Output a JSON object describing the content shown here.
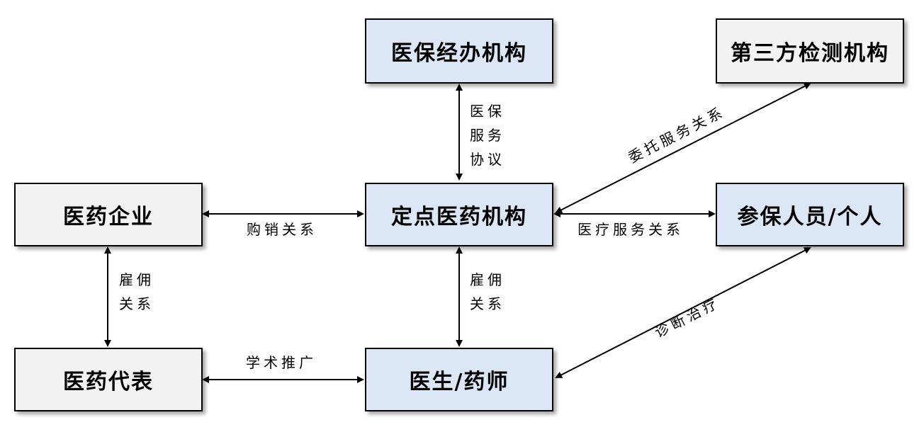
{
  "nodes": {
    "insurance_agency": "医保经办机构",
    "third_party": "第三方检测机构",
    "pharma_company": "医药企业",
    "designated_institution": "定点医药机构",
    "insured_person": "参保人员/个人",
    "pharma_rep": "医药代表",
    "doctor_pharmacist": "医生/药师"
  },
  "edges": {
    "insurance_service_agreement": [
      "医保",
      "服务",
      "协议"
    ],
    "entrusted_service": "委托服务关系",
    "purchase_sales": "购销关系",
    "medical_service": "医疗服务关系",
    "employment_left": [
      "雇佣",
      "关系"
    ],
    "employment_center": [
      "雇佣",
      "关系"
    ],
    "academic_promotion": "学术推广",
    "diagnosis_treatment": "诊断治疗"
  },
  "colors": {
    "blue_fill": "#dbe7f5",
    "gray_fill": "#f2f2f2",
    "stroke": "#000000"
  }
}
